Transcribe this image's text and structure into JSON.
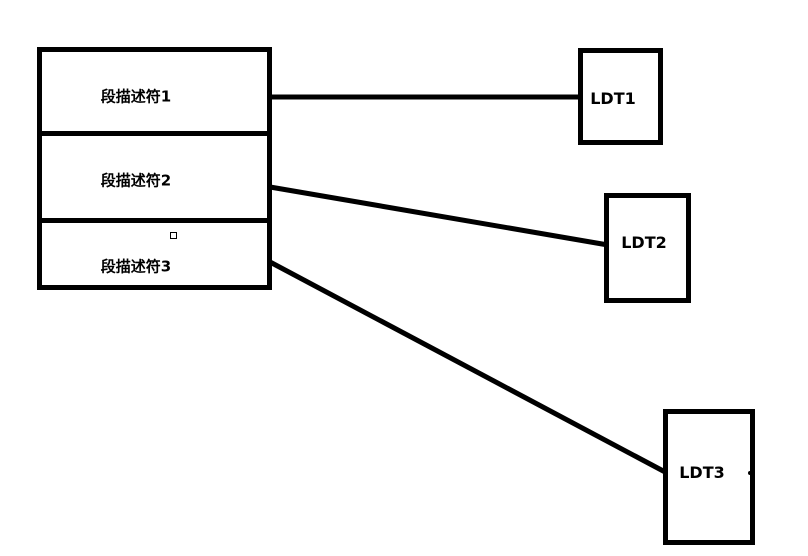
{
  "colors": {
    "background": "#ffffff",
    "ink": "#000000"
  },
  "descriptor_table": {
    "rows": [
      {
        "label": "段描述符1"
      },
      {
        "label": "段描述符2"
      },
      {
        "label": "段描述符3"
      }
    ],
    "row3_marker": "hollow-square-marker"
  },
  "ldt_boxes": [
    {
      "label": "LDT1"
    },
    {
      "label": "LDT2"
    },
    {
      "label": "LDT3",
      "marker": "dot-marker"
    }
  ],
  "connectors": [
    {
      "from": "段描述符1",
      "to": "LDT1"
    },
    {
      "from": "段描述符2",
      "to": "LDT2"
    },
    {
      "from": "段描述符3",
      "to": "LDT3"
    }
  ]
}
